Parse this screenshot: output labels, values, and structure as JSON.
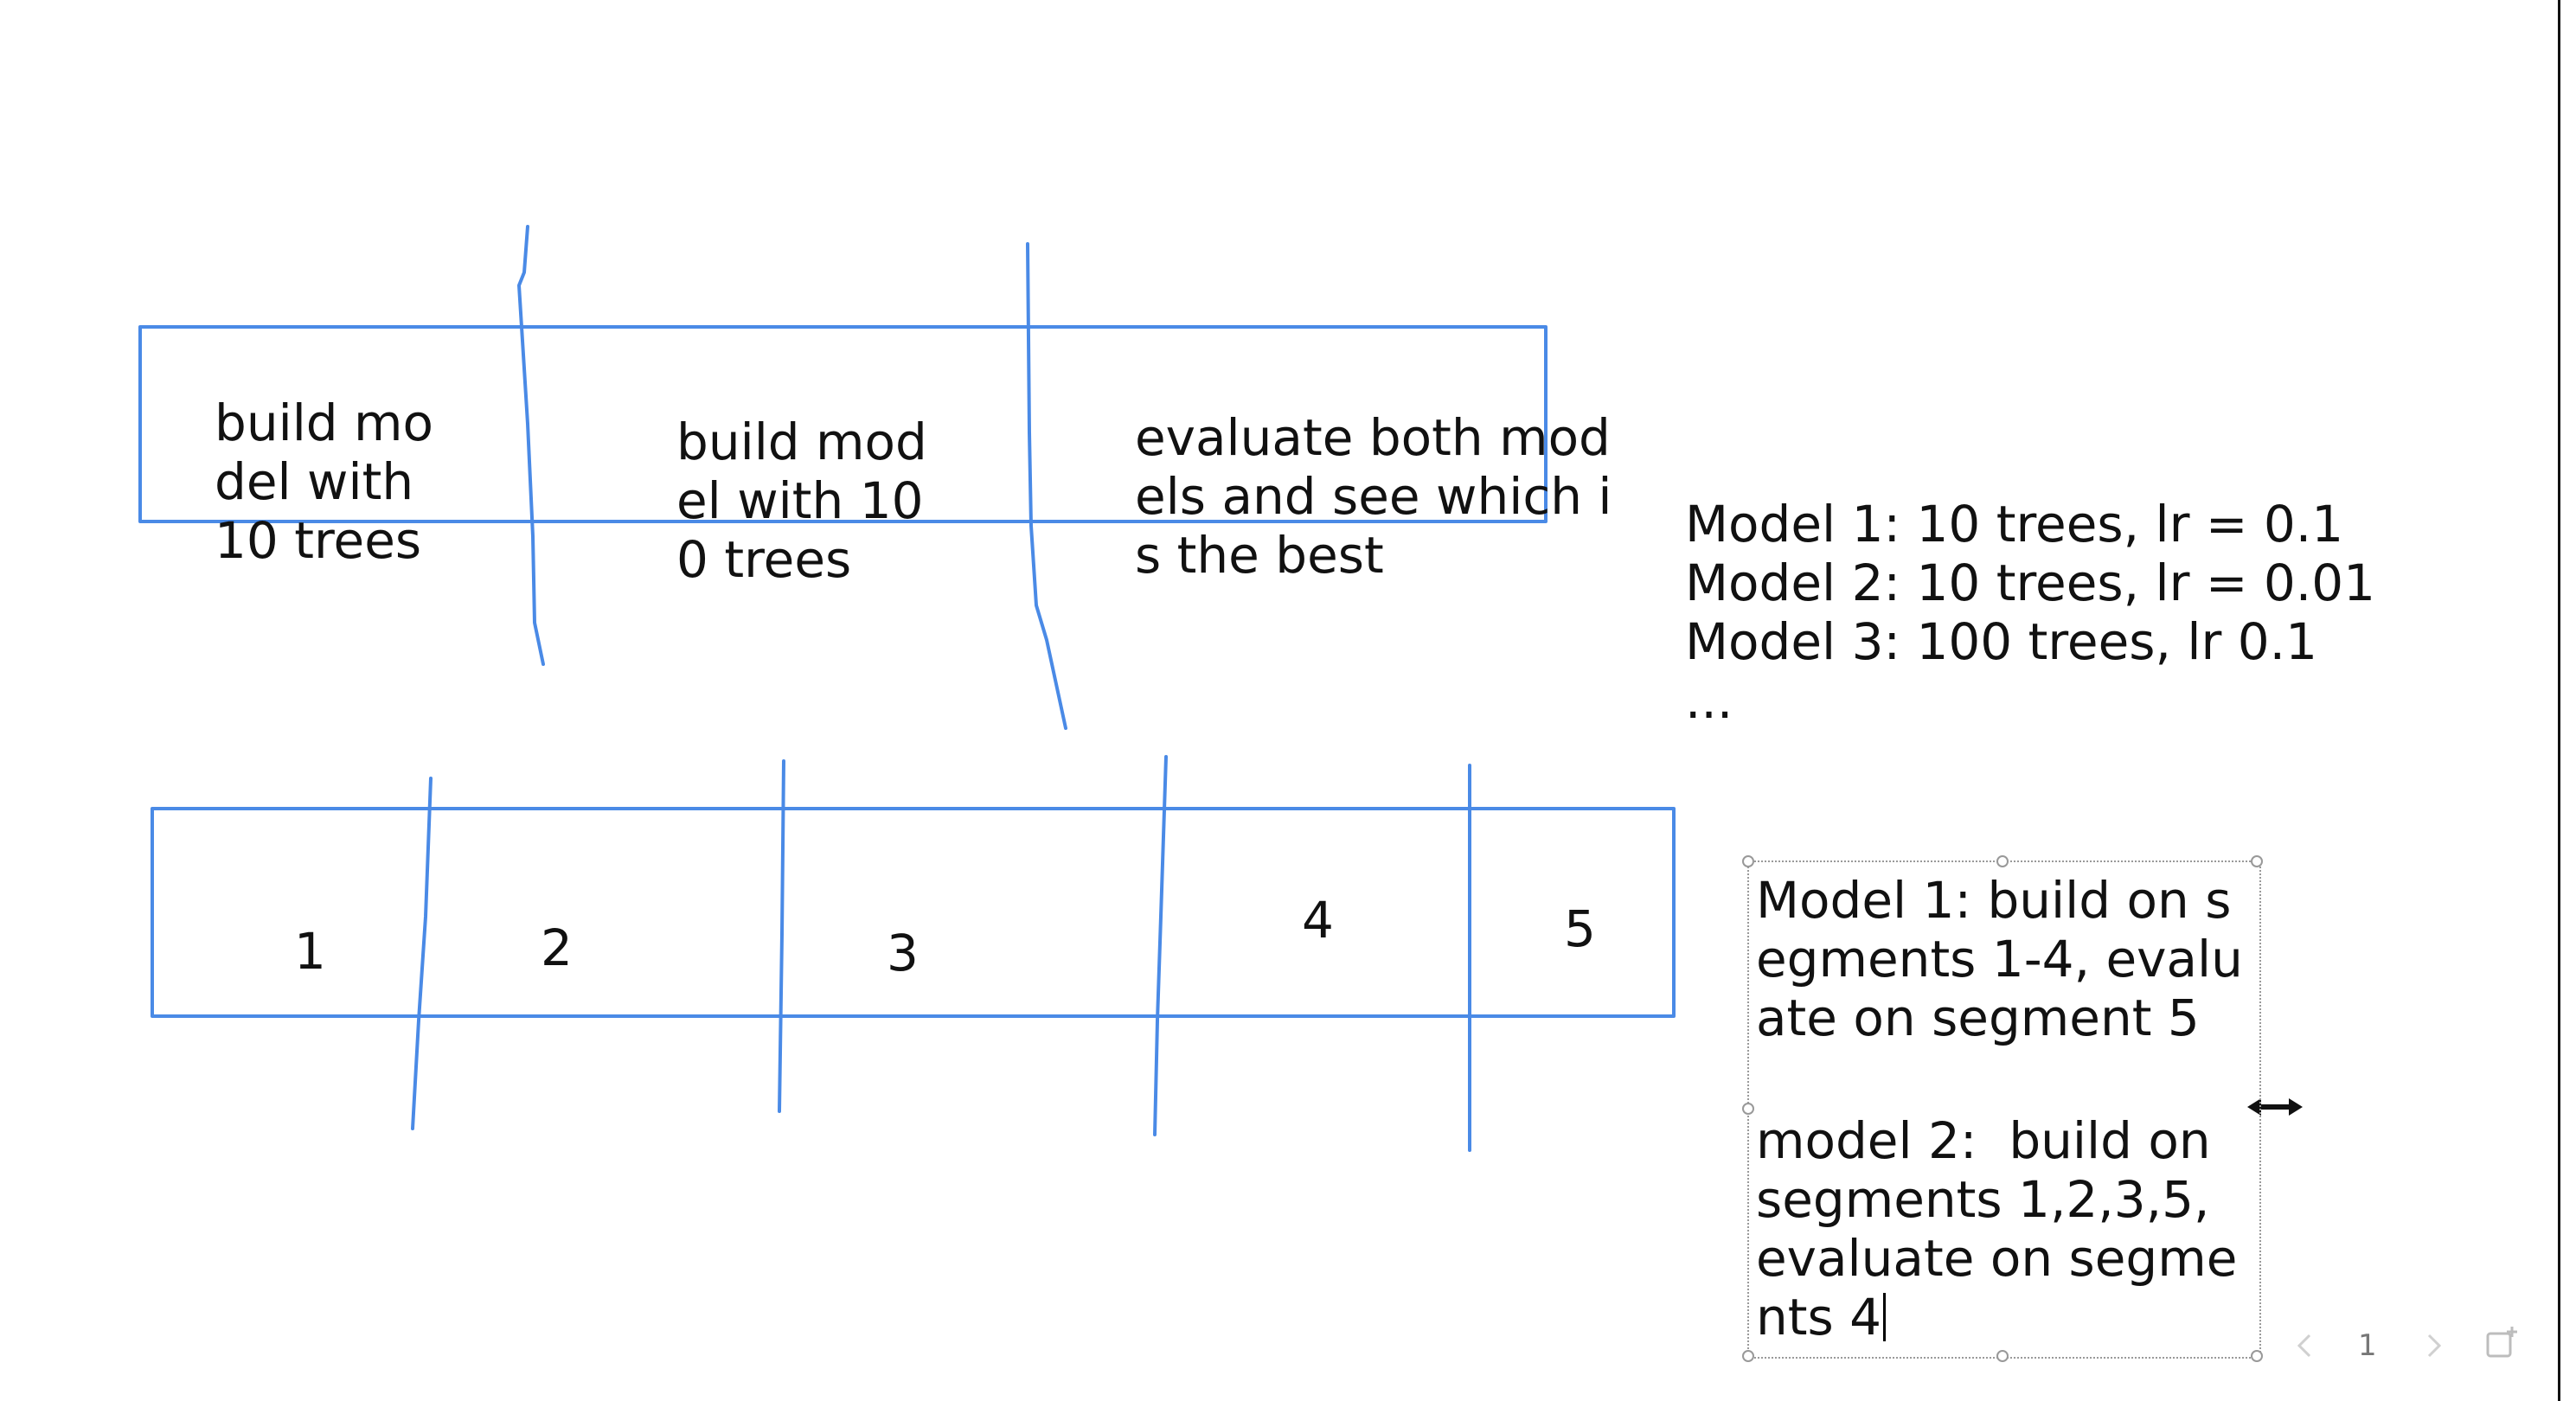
{
  "top_boxes": [
    {
      "lines": [
        "build mo",
        "del with",
        "10 trees"
      ]
    },
    {
      "lines": [
        "build mod",
        "el with 10",
        "0 trees"
      ]
    },
    {
      "lines": [
        "evaluate both mod",
        "els and see which i",
        "s the best"
      ]
    }
  ],
  "models_note": {
    "lines": [
      "Model 1: 10 trees, lr = 0.1",
      "Model 2: 10 trees, lr = 0.01",
      "Model 3: 100 trees, lr 0.1",
      "..."
    ]
  },
  "segments": [
    "1",
    "2",
    "3",
    "4",
    "5"
  ],
  "editing_note": {
    "lines": [
      "Model 1: build on s",
      "egments 1-4, evalu",
      "ate on segment 5",
      "",
      "model 2:  build on",
      "segments 1,2,3,5,",
      "evaluate on segme",
      "nts 4"
    ]
  },
  "pager": {
    "prev_icon": "chevron-left-icon",
    "page": "1",
    "next_icon": "chevron-right-icon",
    "add_icon": "add-page-icon"
  },
  "colors": {
    "ink": "#4a8ae6",
    "text": "#111111",
    "handle": "#999999"
  }
}
